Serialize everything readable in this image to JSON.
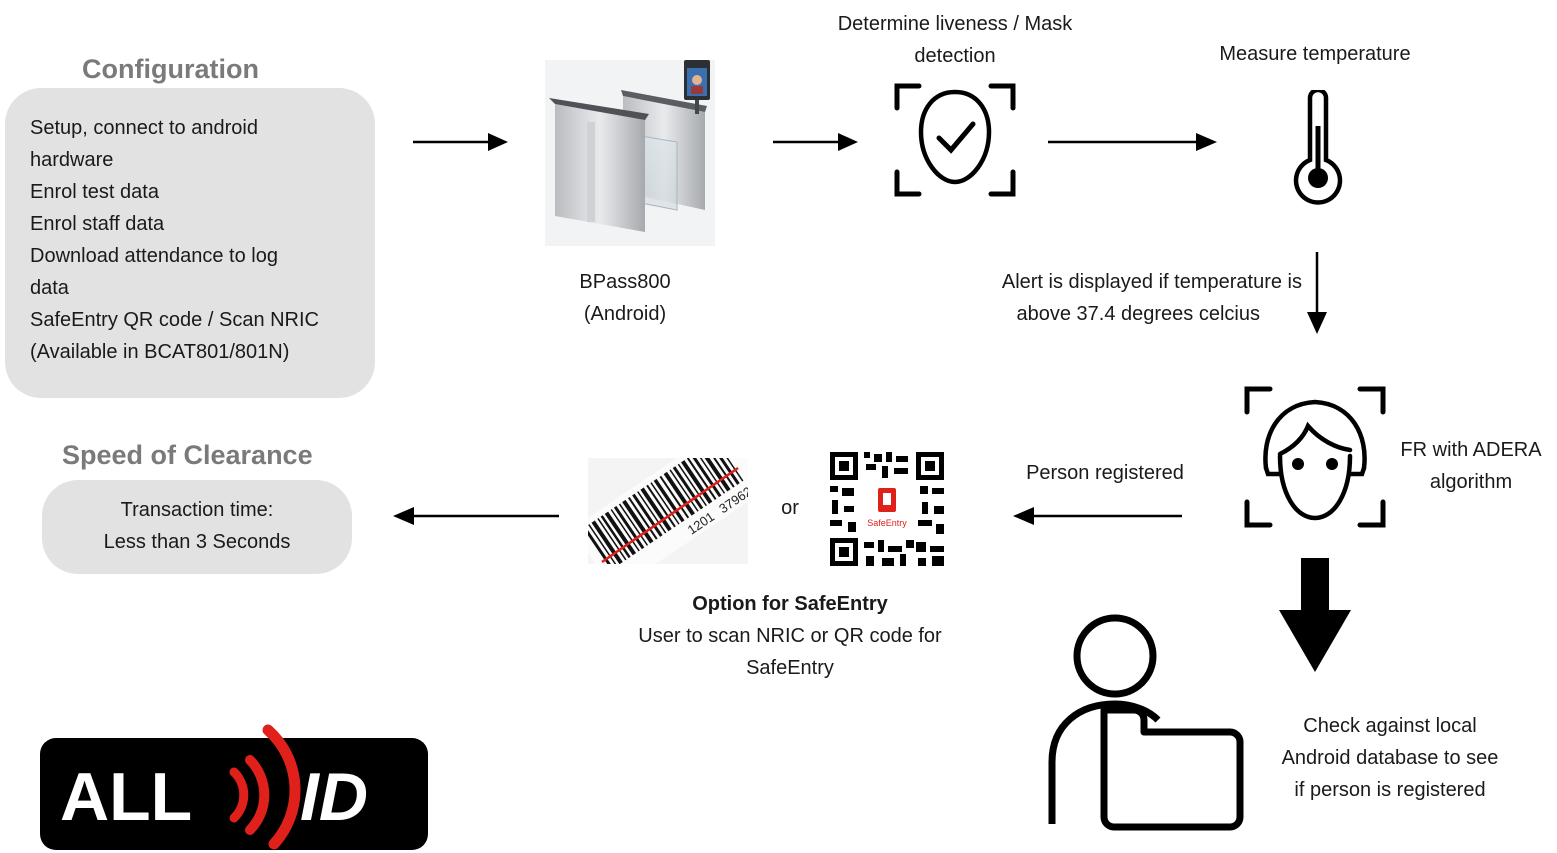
{
  "configuration": {
    "title": "Configuration",
    "items": [
      "Setup, connect to android",
      "hardware",
      "Enrol test data",
      "Enrol staff data",
      "Download attendance to log",
      "data",
      "SafeEntry QR code / Scan NRIC",
      "(Available in BCAT801/801N)"
    ]
  },
  "device": {
    "name": "BPass800",
    "os": "(Android)"
  },
  "liveness": {
    "line1": "Determine liveness / Mask",
    "line2": "detection"
  },
  "temperature": {
    "label": "Measure temperature"
  },
  "alert": {
    "line1": "Alert is displayed if temperature is",
    "line2": "above 37.4 degrees celcius"
  },
  "fr": {
    "line1": "FR with ADERA",
    "line2": "algorithm"
  },
  "registered": {
    "label": "Person registered"
  },
  "check": {
    "line1": "Check against local",
    "line2": "Android database to see",
    "line3": "if person is registered"
  },
  "safeentry": {
    "or": "or",
    "title": "Option for SafeEntry",
    "line1": "User to scan NRIC or QR code for",
    "line2": "SafeEntry",
    "qr_badge": "SafeEntry",
    "barcode_digits_1": "1201",
    "barcode_digits_2": "37962"
  },
  "speed": {
    "title": "Speed of Clearance",
    "line1": "Transaction time:",
    "line2": "Less than 3 Seconds"
  },
  "logo": {
    "text": "ALL ID"
  },
  "colors": {
    "box": "#e2e2e2",
    "title_gray": "#7a7a7a",
    "accent_red": "#e0201b",
    "logo_bg": "#000000"
  }
}
